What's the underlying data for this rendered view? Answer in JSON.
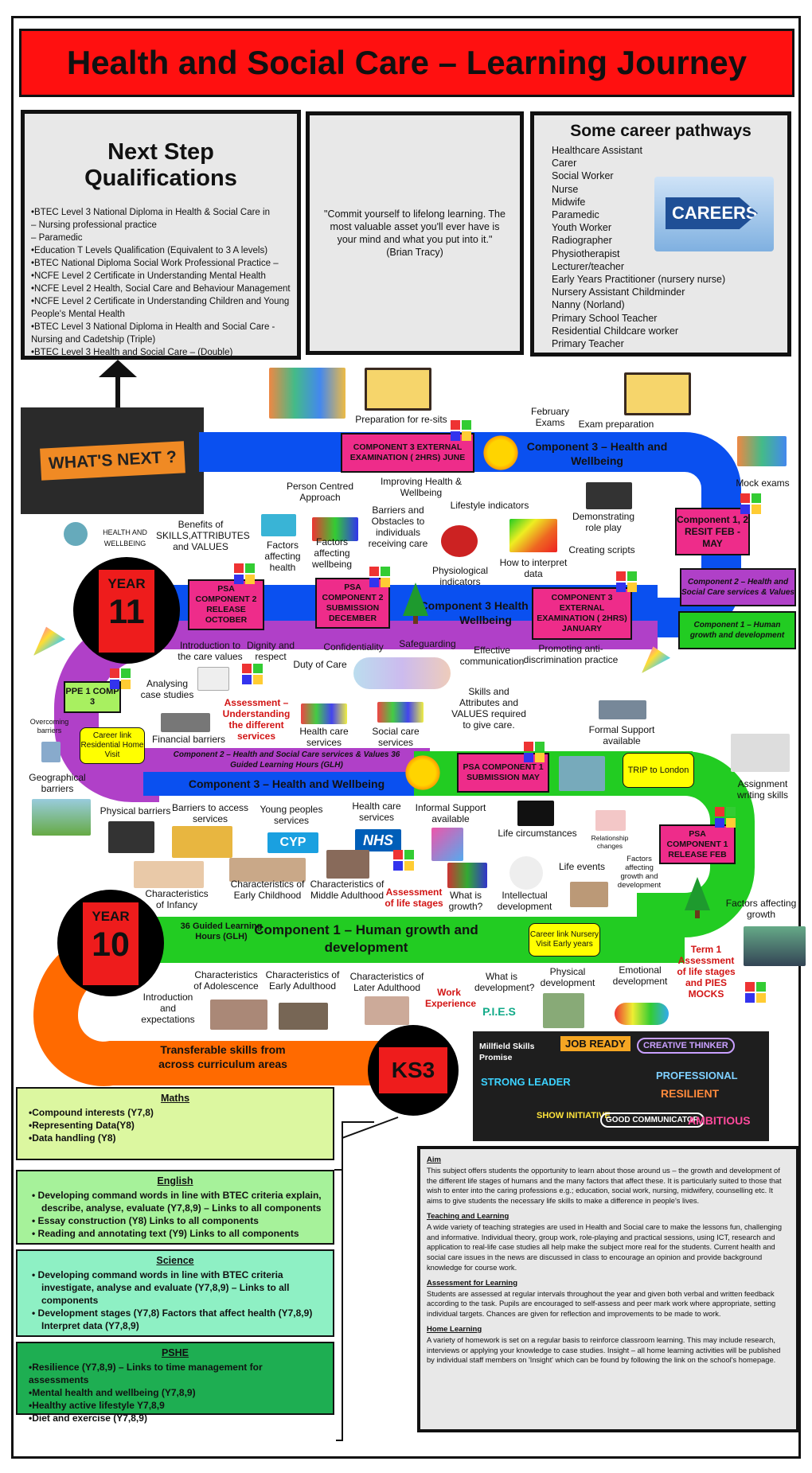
{
  "header": {
    "title": "Health and Social Care – Learning Journey"
  },
  "next_step": {
    "title": "Next Step Qualifications",
    "items": [
      "•BTEC Level 3 National Diploma in Health & Social Care in",
      "– Nursing professional practice",
      "– Paramedic",
      "•Education T Levels Qualification  (Equivalent to 3 A levels)",
      "•BTEC National Diploma Social Work Professional Practice –",
      "•NCFE Level 2 Certificate in Understanding Mental Health",
      "•NCFE Level 2 Health, Social Care and Behaviour Management",
      "•NCFE Level 2 Certificate in Understanding Children and Young People's Mental Health",
      "•BTEC Level 3  National Diploma in Health and Social Care  - Nursing and Cadetship (Triple)",
      "•BTEC Level 3 Health and Social Care –  (Double)"
    ]
  },
  "quote": {
    "text": "\"Commit yourself to lifelong learning. The most valuable asset you'll ever have is your mind and what you put into it.\"",
    "author": "(Brian Tracy)"
  },
  "careers": {
    "title": "Some career pathways",
    "sign_text": "CAREERS",
    "items": [
      "Healthcare Assistant",
      "Carer",
      "Social Worker",
      "Nurse",
      "Midwife",
      "Paramedic",
      "Youth Worker",
      "Radiographer",
      "Physiotherapist",
      "Lecturer/teacher",
      "Early Years Practitioner (nursery nurse)",
      "Nursery Assistant Childminder",
      "Nanny (Norland)",
      "Primary School Teacher",
      "Residential Childcare worker",
      "Primary Teacher"
    ]
  },
  "whats_next": "WHAT'S NEXT ?",
  "year11": {
    "year_label": "YEAR",
    "year_num": "11",
    "comp3_band": "Component 3 – Health and Wellbeing",
    "comp3_band_mid": "Component 3 Health and Wellbeing",
    "comp2_band": "Component 2 – Health and Social Care services & Values 36 Guided Learning Hours (GLH)",
    "comp3_band_low": "Component 3 – Health and Wellbeing",
    "psa_exam_june": "COMPONENT 3 EXTERNAL EXAMINATION ( 2HRS) JUNE",
    "psa_comp2_release": "PSA COMPONENT 2 RELEASE OCTOBER",
    "psa_comp2_submission": "PSA COMPONENT 2 SUBMISSION DECEMBER",
    "psa_comp3_january": "COMPONENT 3 EXTERNAL EXAMINATION ( 2HRS) JANUARY",
    "resit": "Component 1, 2  RESIT FEB - MAY",
    "comp2_tag": "Component 2 – Health and Social Care services & Values",
    "comp1_tag": "Component 1 – Human growth and development",
    "ppe": "PPE 1 COMP 3",
    "career_link_home": "Career link Residential Home Visit",
    "psa_comp1_submission": "PSA COMPONENT 1 SUBMISSION MAY",
    "trip": "TRIP to London",
    "psa_comp1_release": "PSA COMPONENT 1 RELEASE FEB",
    "labels": {
      "prep_resits": "Preparation for re-sits",
      "feb_exams": "February Exams",
      "exam_prep": "Exam preparation",
      "mock_exams": "Mock exams",
      "person_centred": "Person Centred Approach",
      "improving_health": "Improving Health & Wellbeing",
      "lifestyle": "Lifestyle indicators",
      "demo_role": "Demonstrating role play",
      "creating_scripts": "Creating scripts",
      "benefits": "Benefits of SKILLS,ATTRIBUTES and  VALUES",
      "factors_health": "Factors affecting health",
      "factors_wellbeing": "Factors affecting wellbeing",
      "barriers_obstacles": "Barriers and Obstacles to individuals receiving care",
      "physiological": "Physiological indicators",
      "how_interpret": "How to interpret data",
      "intro_care_values": "Introduction to the care values",
      "dignity": "Dignity and respect",
      "confidentiality": "Confidentiality",
      "safeguarding": "Safeguarding",
      "effective_comm": "Effective communication",
      "promoting": "Promoting anti-discrimination practice",
      "duty_care": "Duty of Care",
      "analysing": "Analysing case studies",
      "assessment_services": "Assessment – Understanding the different services",
      "skills_attr": "Skills and Attributes and VALUES required to give care.",
      "overcoming": "Overcoming barriers",
      "financial": "Financial barriers",
      "health_services": "Health care services",
      "social_services": "Social care services",
      "formal_support": "Formal Support available",
      "assignment_writing": "Assignment writing skills",
      "geographical": "Geographical barriers"
    }
  },
  "year10": {
    "year_label": "YEAR",
    "year_num": "10",
    "comp1_band": "Component 1 – Human growth and development",
    "glh": "36 Guided Learning Hours (GLH)",
    "career_link_nursery": "Career link Nursery Visit Early years",
    "labels": {
      "physical_barriers": "Physical barriers",
      "barriers_access": "Barriers to access services",
      "young_people": "Young peoples services",
      "health_care_services": "Health care services",
      "informal_support": "Informal Support available",
      "life_circumstances": "Life circumstances",
      "relationship": "Relationship changes",
      "factors_affecting_gd": "Factors affecting growth and development",
      "life_events": "Life events",
      "infancy": "Characteristics of Infancy",
      "early_childhood": "Characteristics of Early Childhood",
      "middle_adulthood": "Characteristics of Middle Adulthood",
      "assessment_life": "Assessment of life stages",
      "what_growth": "What is growth?",
      "intellectual": "Intellectual development",
      "factors_growth": "Factors affecting growth",
      "adolescence": "Characteristics of Adolescence",
      "early_adulthood": "Characteristics of Early Adulthood",
      "later_adulthood": "Characteristics of Later Adulthood",
      "work_experience": "Work Experience",
      "what_development": "What is development?",
      "physical_dev": "Physical development",
      "emotional_dev": "Emotional development",
      "term1": "Term 1 Assessment of life stages and PIES MOCKS",
      "intro_expect": "Introduction and expectations",
      "pies": "P.I.E.S",
      "nhs": "NHS",
      "cyp": "CYP"
    }
  },
  "ks3": {
    "label": "KS3",
    "transferable": "Transferable skills from across curriculum areas",
    "millfield": "Millfield Skills Promise"
  },
  "skills_board": [
    "JOB READY",
    "CREATIVE THINKER",
    "STRONG LEADER",
    "PROFESSIONAL",
    "RESILIENT",
    "SHOW INITIATIVE",
    "GOOD COMMUNICATOR",
    "AMBITIOUS"
  ],
  "subjects": {
    "maths": {
      "title": "Maths",
      "items": [
        "•Compound interests (Y7,8)",
        "•Representing Data(Y8)",
        "•Data handling (Y8)"
      ]
    },
    "english": {
      "title": "English",
      "items": [
        "Developing command words in line with BTEC criteria  explain, describe, analyse, evaluate (Y7,8,9) – Links to all components",
        "Essay construction (Y8) Links to all components",
        "Reading and annotating text (Y9) Links to all components"
      ]
    },
    "science": {
      "title": "Science",
      "items": [
        "Developing command words in line with BTEC criteria investigate, analyse and evaluate (Y7,8,9) – Links to all components",
        "Development stages (Y7,8) Factors that affect health (Y7,8,9) Interpret data (Y7,8,9)"
      ]
    },
    "pshe": {
      "title": "PSHE",
      "items": [
        "•Resilience (Y7,8,9) – Links to time management for assessments",
        "•Mental health and wellbeing (Y7,8,9)",
        "•Healthy active lifestyle Y7,8,9",
        "•Diet and exercise (Y7,8,9)"
      ]
    }
  },
  "info": {
    "aim_title": "Aim",
    "aim_text": "This subject offers students the opportunity to learn about those around us – the growth and development of the different life stages of humans and the many factors that affect these. It is particularly suited to those that wish to enter into the caring professions e.g.; education, social work, nursing, midwifery, counselling etc. It aims to give students the necessary life skills to make a difference in people's lives.",
    "teaching_title": "Teaching and Learning",
    "teaching_text": "A wide variety of teaching strategies are used in Health and Social care to make the lessons fun, challenging and informative. Individual theory, group work, role-playing and practical sessions, using ICT, research and application to real-life case studies all help make the subject more real for the students. Current health and social care issues in the news are discussed in class to encourage an opinion and provide background knowledge for course work.",
    "assessment_title": "Assessment for Learning",
    "assessment_text": "Students are assessed at regular intervals throughout the year and given both verbal and written feedback according to the task. Pupils are encouraged to self-assess and peer mark work where appropriate, setting individual targets. Chances are given for reflection and improvements to be made to work.",
    "home_title": "Home Learning",
    "home_text": "A variety of homework is set on a regular basis to reinforce classroom learning. This may include research, interviews or applying your knowledge to case studies. Insight – all home learning activities will be published by individual staff members on 'Insight' which can be found by following the link on the school's homepage."
  },
  "colors": {
    "red": "#ff1010",
    "blue": "#0a50f0",
    "purple": "#b040c8",
    "green": "#22cc22",
    "orange": "#ff6a00",
    "pink": "#ee2c8a",
    "yellow": "#ffff00"
  },
  "icons": [
    "exams-blocks-image",
    "i-can-do-it-note-image",
    "sun-icon",
    "puzzle-icon",
    "christmas-tree-icon",
    "party-popper-icon",
    "question-mark-icon",
    "heart-icon",
    "nhs-logo"
  ]
}
